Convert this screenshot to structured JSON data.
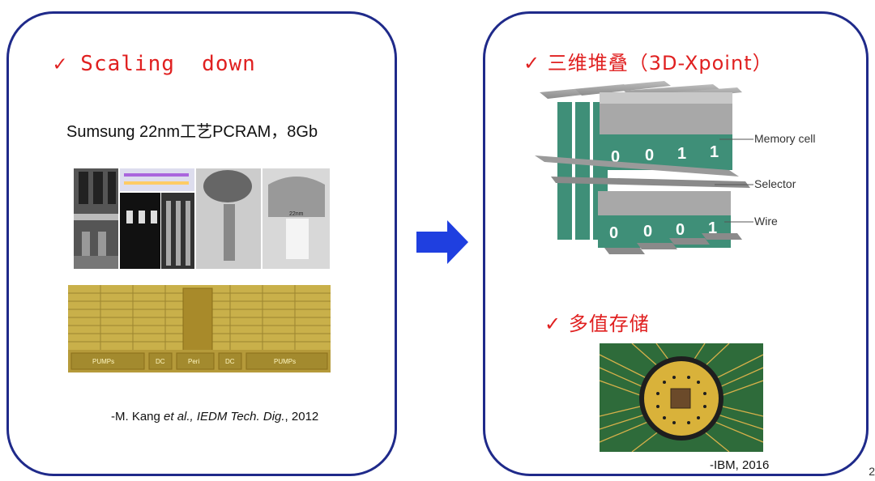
{
  "left": {
    "heading": "✓ Scaling  down",
    "subtitle": "Sumsung 22nm工艺PCRAM，8Gb",
    "caption_prefix": "-M. Kang ",
    "caption_italic1": "et al., IEDM Tech. Dig.",
    "caption_suffix": ", 2012",
    "chip_labels": [
      "PUMPs",
      "DC",
      "Peri",
      "DC",
      "PUMPs"
    ]
  },
  "right": {
    "heading": "✓ 三维堆叠（3D-Xpoint）",
    "subheading": "✓ 多值存储",
    "labels": {
      "memory_cell": "Memory cell",
      "selector": "Selector",
      "wire": "Wire"
    },
    "top_bits": [
      "0",
      "0",
      "1",
      "1"
    ],
    "bottom_bits": [
      "0",
      "0",
      "0",
      "1"
    ],
    "caption": "-IBM, 2016"
  },
  "arrow": {
    "color": "#1f3fe0"
  },
  "page_number": "2"
}
